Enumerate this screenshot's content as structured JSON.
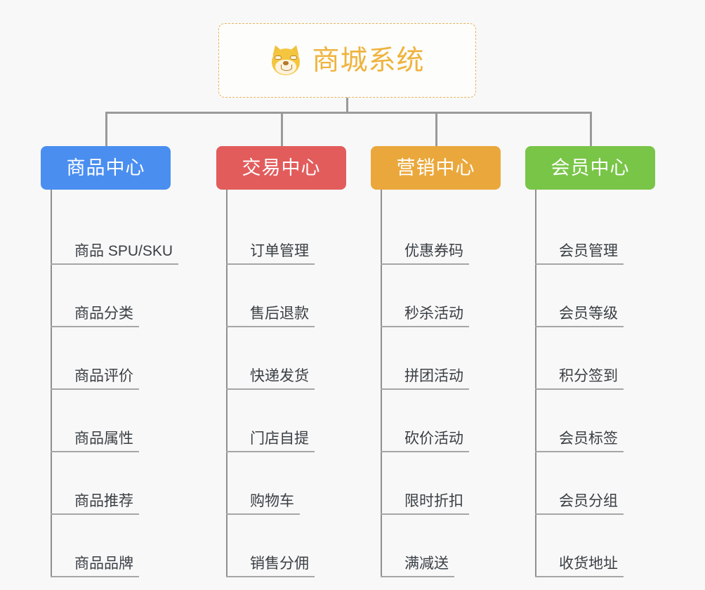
{
  "background": "#f8f8f8",
  "root": {
    "icon": "shiba-dog-face-icon",
    "title": "商城系统",
    "border_color": "#e8b45c",
    "text_color": "#efb33d"
  },
  "columns": [
    {
      "id": "product-center",
      "label": "商品中心",
      "color": "#4a8ef0",
      "items": [
        "商品 SPU/SKU",
        "商品分类",
        "商品评价",
        "商品属性",
        "商品推荐",
        "商品品牌"
      ]
    },
    {
      "id": "trade-center",
      "label": "交易中心",
      "color": "#e25c5c",
      "items": [
        "订单管理",
        "售后退款",
        "快递发货",
        "门店自提",
        "购物车",
        "销售分佣"
      ]
    },
    {
      "id": "marketing-center",
      "label": "营销中心",
      "color": "#eaa83c",
      "items": [
        "优惠券码",
        "秒杀活动",
        "拼团活动",
        "砍价活动",
        "限时折扣",
        "满减送"
      ]
    },
    {
      "id": "member-center",
      "label": "会员中心",
      "color": "#79c548",
      "items": [
        "会员管理",
        "会员等级",
        "积分签到",
        "会员标签",
        "会员分组",
        "收货地址"
      ]
    }
  ]
}
